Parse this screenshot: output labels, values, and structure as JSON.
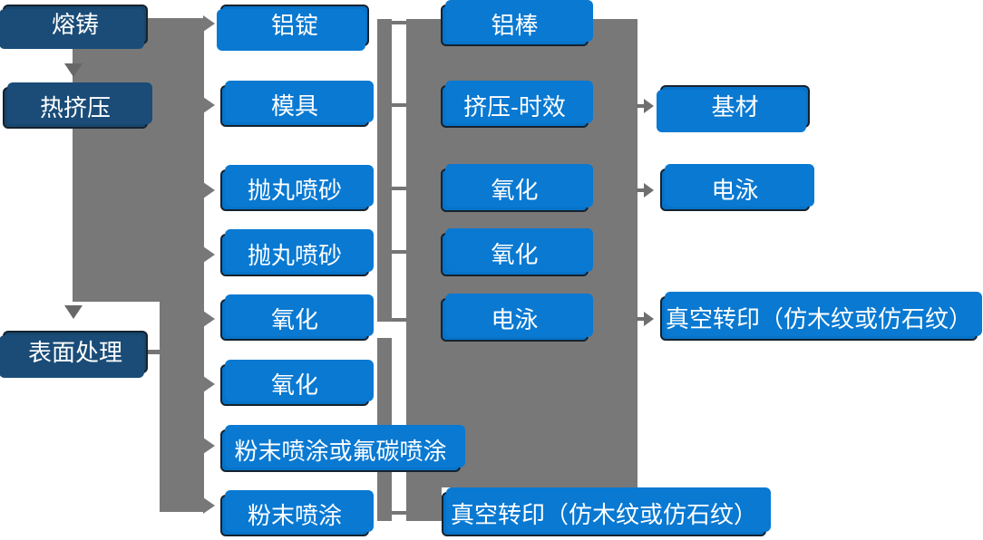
{
  "colors": {
    "node_blue": "#0673c9",
    "node_navy": "#17466e",
    "connector_gray": "#787878",
    "text": "#ffffff"
  },
  "columns": [
    {
      "name": "process-stages",
      "boxes": [
        {
          "label": "熔铸"
        },
        {
          "label": "热挤压"
        },
        {
          "label": "表面处理"
        }
      ]
    },
    {
      "name": "preparation-steps",
      "boxes": [
        {
          "label": "铝锭"
        },
        {
          "label": "模具"
        },
        {
          "label": "抛丸喷砂"
        },
        {
          "label": "抛丸喷砂"
        },
        {
          "label": "氧化"
        },
        {
          "label": "氧化"
        },
        {
          "label": "粉末喷涂或氟碳喷涂"
        },
        {
          "label": "粉末喷涂"
        }
      ]
    },
    {
      "name": "processing-steps",
      "boxes": [
        {
          "label": "铝棒"
        },
        {
          "label": "挤压-时效"
        },
        {
          "label": "氧化"
        },
        {
          "label": "氧化"
        },
        {
          "label": "电泳"
        },
        {
          "label": "真空转印（仿木纹或仿石纹）"
        }
      ]
    },
    {
      "name": "output-finishes",
      "boxes": [
        {
          "label": "基材"
        },
        {
          "label": "电泳"
        },
        {
          "label": "真空转印（仿木纹或仿石纹）"
        }
      ]
    }
  ]
}
